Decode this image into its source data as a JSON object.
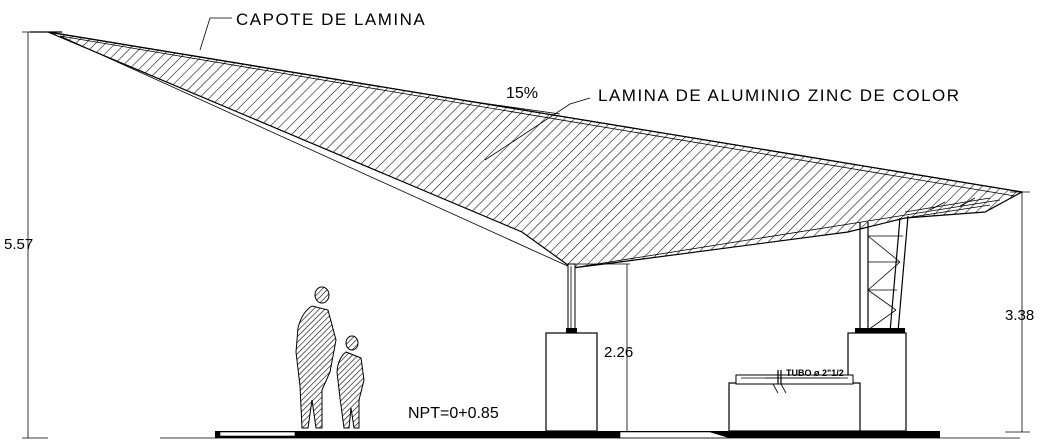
{
  "annotations": {
    "capote": "CAPOTE DE LAMINA",
    "lamina": "LAMINA DE ALUMINIO ZINC DE COLOR",
    "slope": "15%",
    "tubo": "TUBO ø 2\"1/2",
    "npt": "NPT=0+0.85"
  },
  "dimensions": {
    "total_height": "5.57",
    "right_height": "3.38",
    "column_height": "2.26"
  }
}
